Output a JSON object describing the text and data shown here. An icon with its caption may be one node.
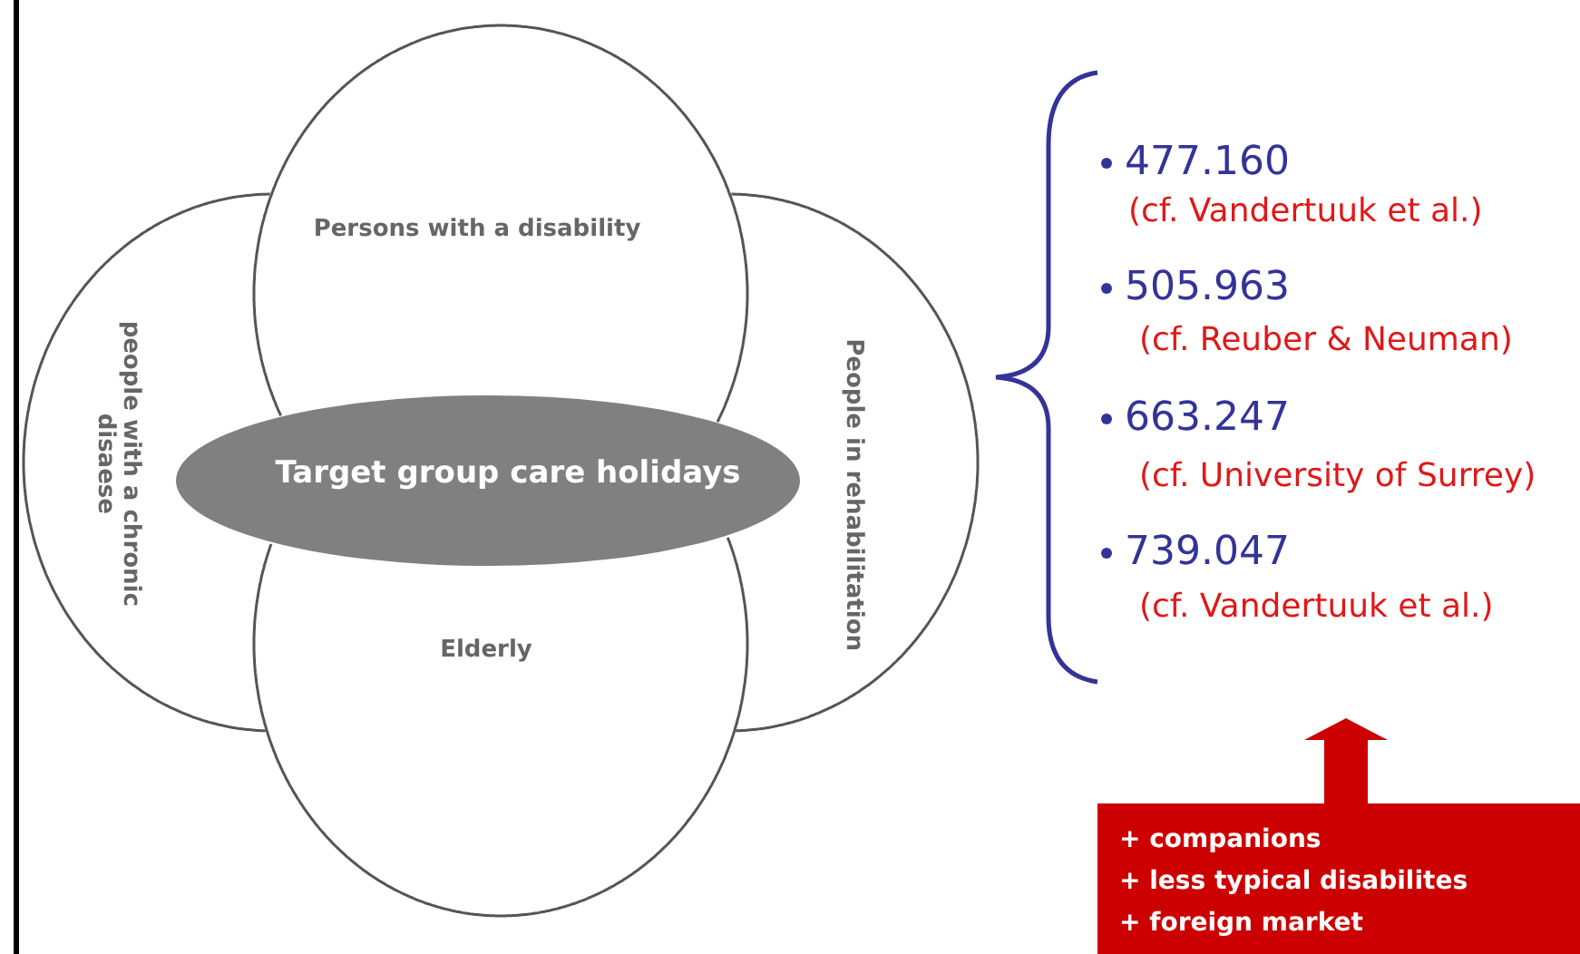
{
  "diagram": {
    "nodes": [
      {
        "text": [
          "people with a chronic disaese"
        ]
      },
      {
        "text": [
          "People in rehabilitation"
        ]
      },
      {
        "text": [
          "Elderly"
        ]
      },
      {
        "text": [
          "Persons with a disability"
        ]
      },
      {
        "text": [
          "Target group care holidays"
        ]
      },
      {
        "text": [
          "+ companions",
          "+ less typical disabilites",
          "+ foreign market"
        ]
      }
    ],
    "labels": [
      "477.160",
      "(cf. Vandertuuk et al.)",
      "505.963",
      "(cf. Reuber & Neuman)",
      "663.247",
      "(cf. University of Surrey)",
      "739.047",
      "(cf. Vandertuuk et al.)"
    ]
  }
}
